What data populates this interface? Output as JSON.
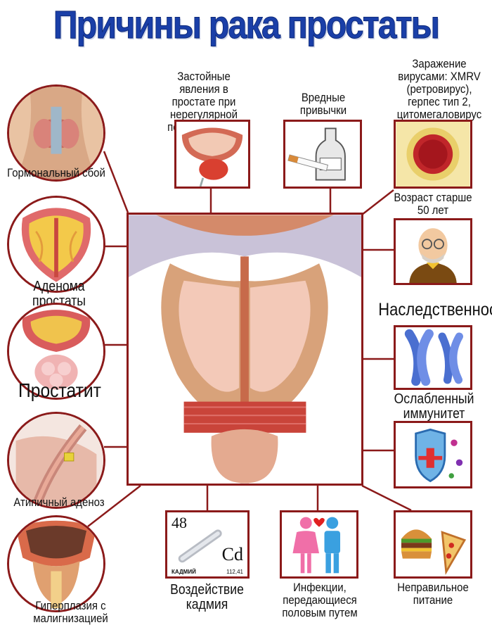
{
  "title": "Причины рака простаты",
  "causes": {
    "hormonal": "Гормональный сбой",
    "adenoma": "Аденома простаты",
    "prostatitis": "Простатит",
    "atypical": "Атипичный аденоз",
    "hyperplasia": "Гиперплазия с малигнизацией",
    "congestion": "Застойные явления в простате при нерегулярной половой жизни",
    "habits": "Вредные привычки",
    "virus": "Заражение вирусами: XMRV (ретровирус), герпес тип 2, цитомегаловирус",
    "age": "Возраст старше 50 лет",
    "heredity": "Наследственность",
    "immunity": "Ослабленный иммунитет",
    "cadmium": "Воздействие кадмия",
    "infections": "Инфекции, передающиеся половым путем",
    "diet": "Неправильное питание"
  },
  "cadmium_card": {
    "number": "48",
    "symbol": "Cd",
    "name": "КАДМИЙ",
    "mass": "112,41"
  },
  "colors": {
    "title": "#1a3fa8",
    "border": "#8b1a1a"
  }
}
